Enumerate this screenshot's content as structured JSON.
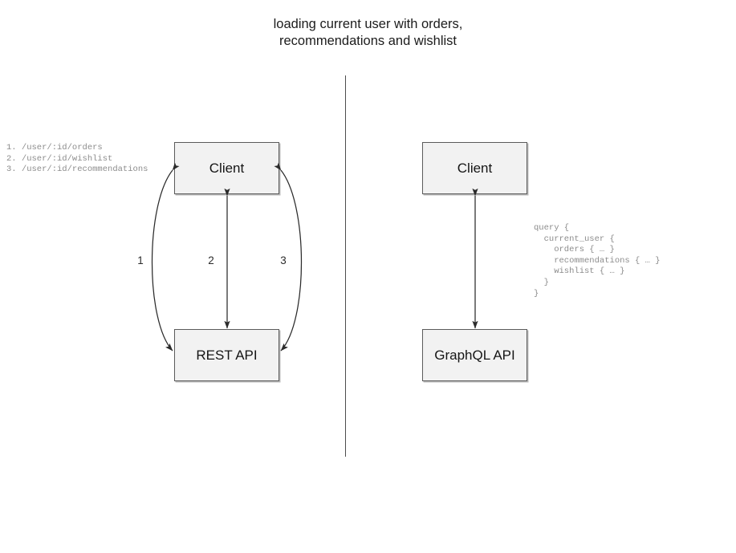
{
  "title": "loading current user with orders,\nrecommendations and wishlist",
  "divider": {
    "color": "#4d4d4d"
  },
  "rest_side": {
    "client_label": "Client",
    "api_label": "REST API",
    "endpoints": "1. /user/:id/orders\n2. /user/:id/wishlist\n3. /user/:id/recommendations",
    "edges": [
      {
        "id": "1",
        "label": "1"
      },
      {
        "id": "2",
        "label": "2"
      },
      {
        "id": "3",
        "label": "3"
      }
    ]
  },
  "graphql_side": {
    "client_label": "Client",
    "api_label": "GraphQL API",
    "query": "query {\n  current_user {\n    orders { … }\n    recommendations { … }\n    wishlist { … }\n  }\n}"
  },
  "colors": {
    "box_fill": "#f2f2f2",
    "box_border": "#5b5b5b",
    "arrow": "#2b2b2b",
    "code_text": "#8c8c8c",
    "title_text": "#1c1c1c"
  }
}
